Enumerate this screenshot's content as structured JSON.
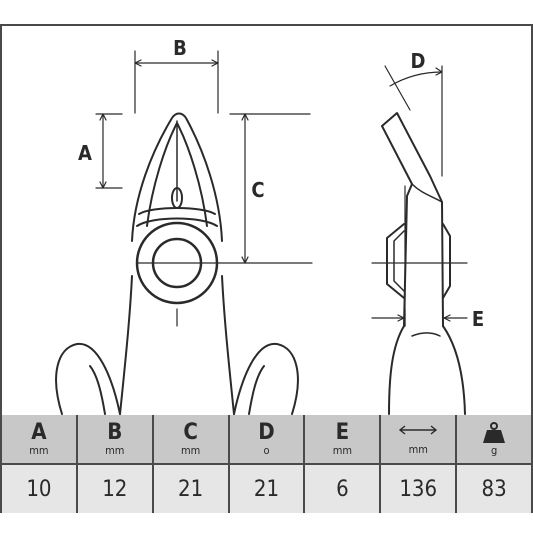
{
  "diagram": {
    "labels": {
      "a": "A",
      "b": "B",
      "c": "C",
      "d": "D",
      "e": "E"
    }
  },
  "table": {
    "columns": [
      {
        "letter": "A",
        "unit": "mm",
        "value": "10",
        "icon": ""
      },
      {
        "letter": "B",
        "unit": "mm",
        "value": "12",
        "icon": ""
      },
      {
        "letter": "C",
        "unit": "mm",
        "value": "21",
        "icon": ""
      },
      {
        "letter": "D",
        "unit": "o",
        "value": "21",
        "icon": ""
      },
      {
        "letter": "E",
        "unit": "mm",
        "value": "6",
        "icon": ""
      },
      {
        "letter": "",
        "unit": "mm",
        "value": "136",
        "icon": "double-arrow-icon"
      },
      {
        "letter": "",
        "unit": "g",
        "value": "83",
        "icon": "weight-icon"
      }
    ]
  },
  "colors": {
    "line": "#2a2a2a",
    "header_bg": "#c8c8c8",
    "value_bg": "#e6e6e6",
    "border": "#4a4a4a"
  }
}
